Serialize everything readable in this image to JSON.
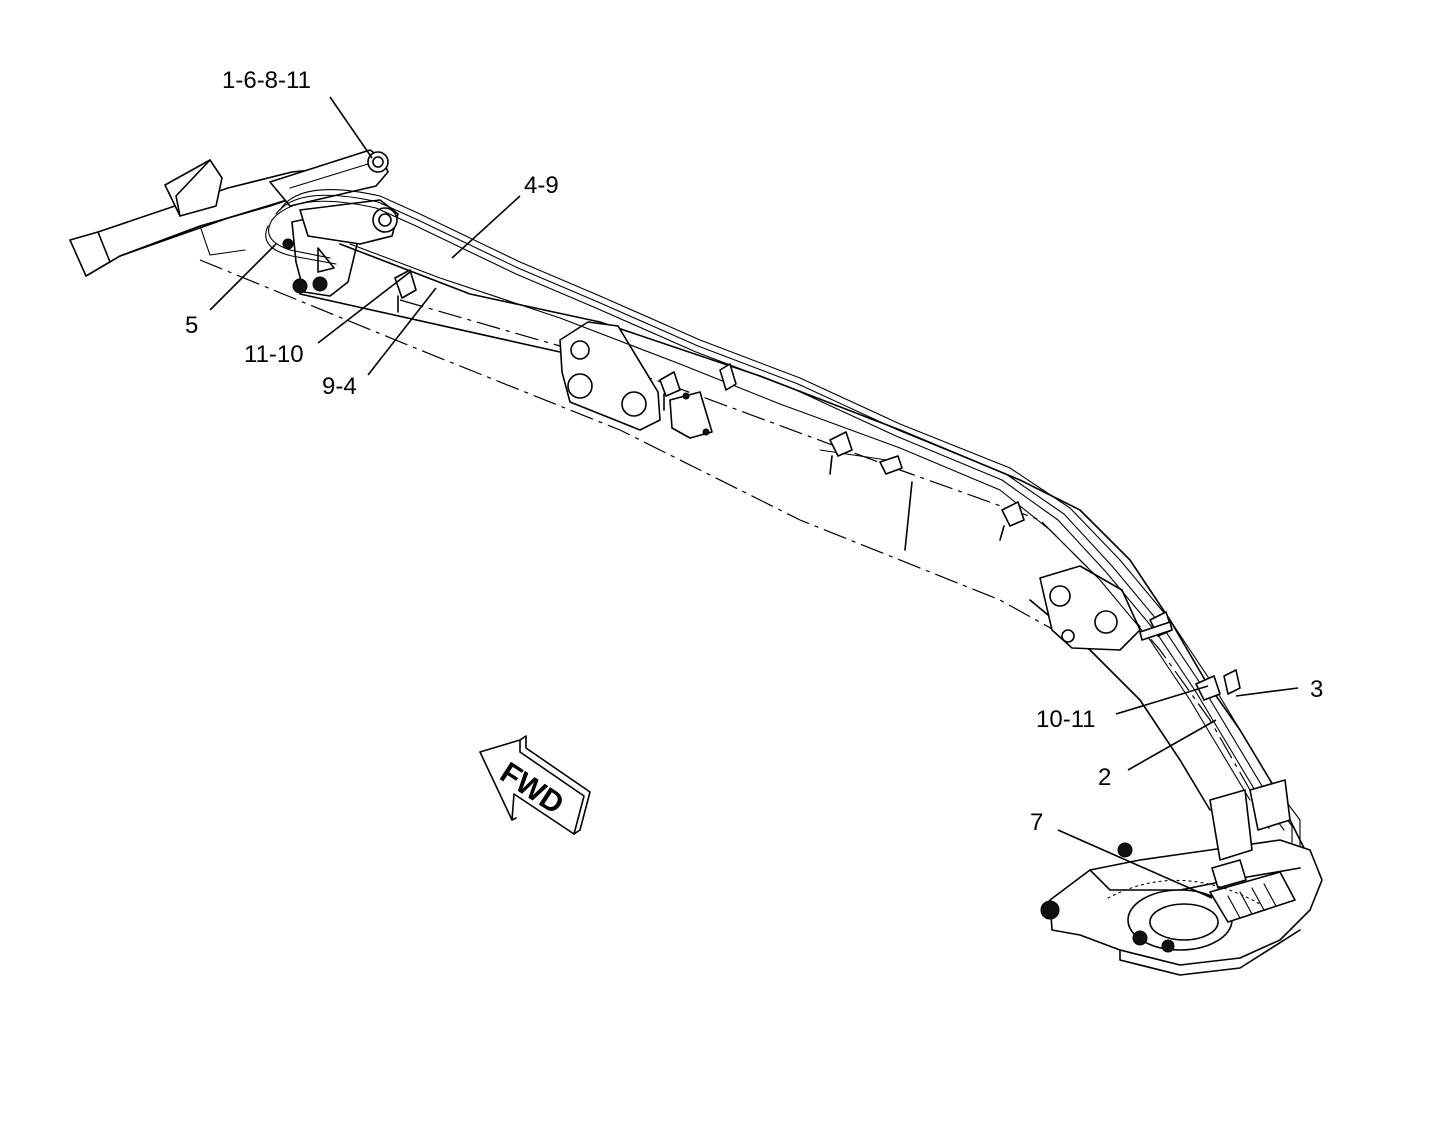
{
  "callouts": {
    "c_1_6_8_11": "1-6-8-11",
    "c_4_9": "4-9",
    "c_5": "5",
    "c_11_10": "11-10",
    "c_9_4": "9-4",
    "c_3": "3",
    "c_10_11": "10-11",
    "c_2": "2",
    "c_7": "7"
  },
  "direction_arrow": {
    "label": "FWD"
  }
}
